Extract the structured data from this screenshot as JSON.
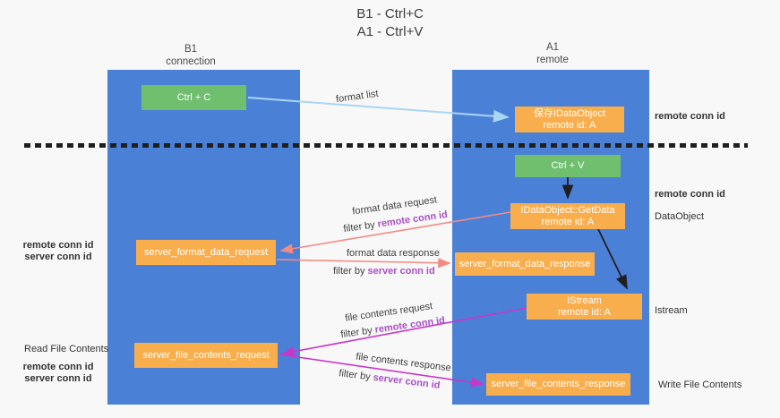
{
  "title": {
    "line1": "B1 - Ctrl+C",
    "line2": "A1 - Ctrl+V"
  },
  "lifelines": {
    "left": {
      "name": "B1",
      "role": "connection"
    },
    "right": {
      "name": "A1",
      "role": "remote"
    }
  },
  "nodes": {
    "ctrl_c": "Ctrl + C",
    "ctrl_v": "Ctrl + V",
    "save_idataobject_l1": "保存IDataObject",
    "save_idataobject_l2": "remote id: A",
    "getdata_l1": "IDataObject::GetData",
    "getdata_l2": "remote id: A",
    "istream_l1": "IStream",
    "istream_l2": "remote id: A",
    "format_request": "server_format_data_request",
    "format_response": "server_format_data_response",
    "file_request": "server_file_contents_request",
    "file_response": "server_file_contents_response"
  },
  "edges": {
    "format_list": "format list",
    "format_data_request": "format data request",
    "format_data_response": "format data response",
    "file_contents_request": "file contents request",
    "file_contents_response": "file contents response",
    "filter_by": "filter by",
    "remote_conn_id": "remote conn id",
    "server_conn_id": "server conn id"
  },
  "side_labels": {
    "right_remote_conn_id_1": "remote conn id",
    "right_remote_conn_id_2": "remote conn id",
    "dataobject": "DataObject",
    "istream": "Istream",
    "write_file_contents": "Write File Contents",
    "read_file_contents": "Read File Contents",
    "left_remote_conn_id_1": "remote conn id",
    "left_server_conn_id_1": "server conn id",
    "left_remote_conn_id_2": "remote conn id",
    "left_server_conn_id_2": "server conn id"
  },
  "colors": {
    "lifeline_blue": "#4b80d7",
    "node_orange": "#f9ae4d",
    "node_green": "#6fbf6f",
    "label_purple": "#a94fc6",
    "label_green": "#5cb860",
    "arrow_lightblue": "#a9d6f4",
    "arrow_salmon": "#f28b82",
    "arrow_magenta": "#c837c8",
    "arrow_black": "#1f1f1f"
  }
}
